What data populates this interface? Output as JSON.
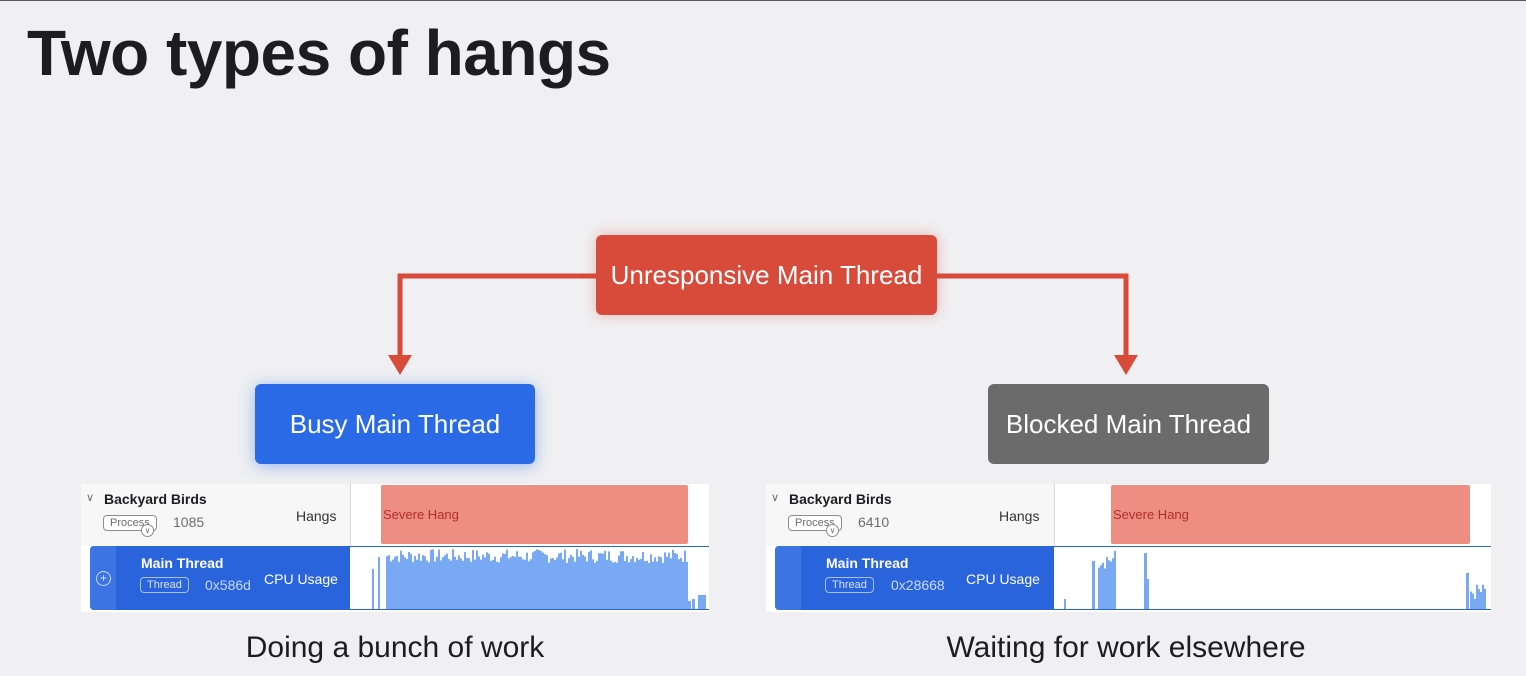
{
  "slide": {
    "title": "Two types of hangs"
  },
  "diagram": {
    "root": "Unresponsive Main Thread",
    "left_child": "Busy Main Thread",
    "right_child": "Blocked Main Thread"
  },
  "colors": {
    "root": "#d84a3a",
    "busy": "#2a6ae6",
    "blocked": "#6b6b6b",
    "connector": "#d84a3a",
    "hang": "#ee8d82",
    "cpu": "#7aa9f3"
  },
  "traces": {
    "left": {
      "process_name": "Backyard Birds",
      "process_tag": "Process",
      "process_id": "1085",
      "hangs_label": "Hangs",
      "hang_label": "Severe Hang",
      "thread_name": "Main Thread",
      "thread_tag": "Thread",
      "thread_id": "0x586d",
      "cpu_label": "CPU Usage",
      "caption": "Doing a bunch of work"
    },
    "right": {
      "process_name": "Backyard Birds",
      "process_tag": "Process",
      "process_id": "6410",
      "hangs_label": "Hangs",
      "hang_label": "Severe Hang",
      "thread_name": "Main Thread",
      "thread_tag": "Thread",
      "thread_id": "0x28668",
      "cpu_label": "CPU Usage",
      "caption": "Waiting for work elsewhere"
    }
  },
  "icons": {
    "disclosure": "chevron-down-icon",
    "thread_toggle": "plus-circle-icon",
    "tag_menu": "chevron-down-icon"
  }
}
